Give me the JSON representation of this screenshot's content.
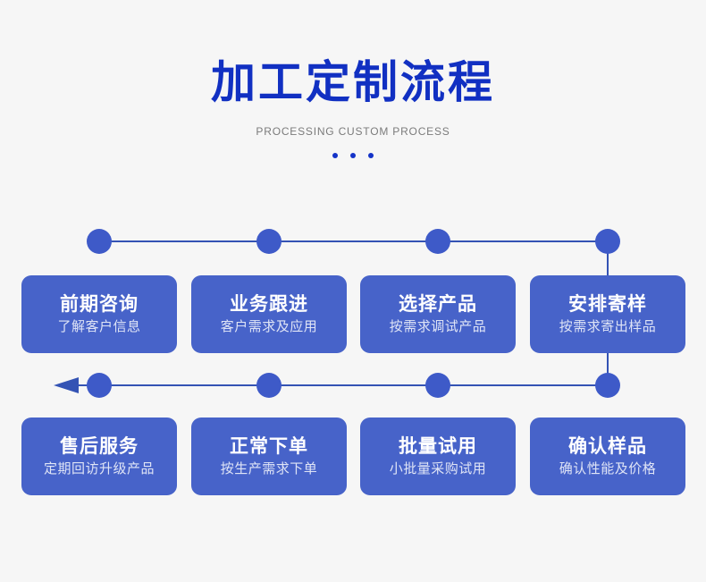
{
  "header": {
    "title": "加工定制流程",
    "subtitle": "PROCESSING CUSTOM PROCESS"
  },
  "flow": {
    "direction_note": "top row left-to-right, down right side, bottom row right-to-left ending in left arrow",
    "top_row": [
      {
        "title": "前期咨询",
        "desc": "了解客户信息"
      },
      {
        "title": "业务跟进",
        "desc": "客户需求及应用"
      },
      {
        "title": "选择产品",
        "desc": "按需求调试产品"
      },
      {
        "title": "安排寄样",
        "desc": "按需求寄出样品"
      }
    ],
    "bottom_row": [
      {
        "title": "售后服务",
        "desc": "定期回访升级产品"
      },
      {
        "title": "正常下单",
        "desc": "按生产需求下单"
      },
      {
        "title": "批量试用",
        "desc": "小批量采购试用"
      },
      {
        "title": "确认样品",
        "desc": "确认性能及价格"
      }
    ]
  },
  "icons": {
    "flow_direction": "arrow-left"
  },
  "theme": {
    "background": "#f6f6f6",
    "title_color": "#1130c2",
    "subtitle_color": "#7b7b7b",
    "dot_color": "#1433c8",
    "line_color": "#3453b4",
    "node_color": "#3e5ac8",
    "box_color": "#4763c9",
    "box_title_color": "#ffffff",
    "box_desc_color": "#dfe4f6"
  }
}
